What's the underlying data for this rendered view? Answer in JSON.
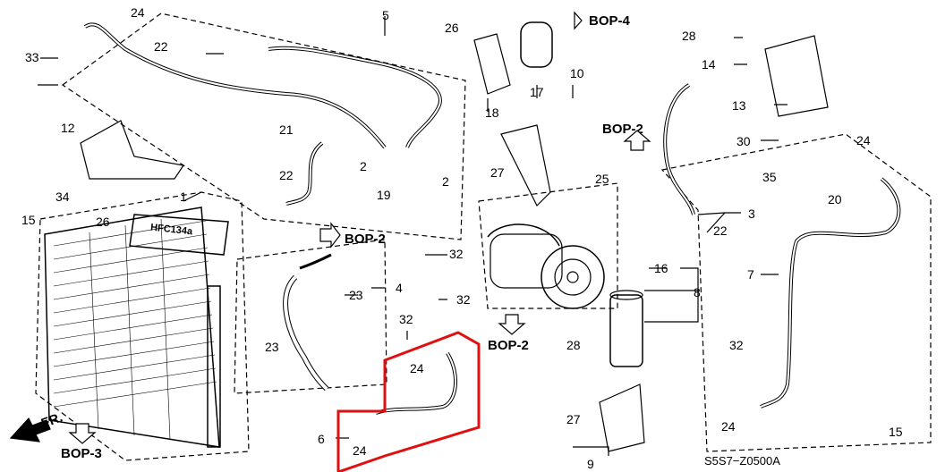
{
  "diagram_code": "S5S7−Z0500A",
  "refs": {
    "bop2": "BOP-2",
    "bop3": "BOP-3",
    "bop4": "BOP-4",
    "front": "FR."
  },
  "label_text": "HFC134a",
  "callouts": [
    "1",
    "2",
    "3",
    "4",
    "5",
    "6",
    "7",
    "8",
    "9",
    "10",
    "12",
    "13",
    "14",
    "15",
    "16",
    "17",
    "18",
    "19",
    "20",
    "21",
    "22",
    "23",
    "24",
    "25",
    "26",
    "27",
    "28",
    "30",
    "32",
    "33",
    "34",
    "35"
  ],
  "highlight_color": "#e01010"
}
